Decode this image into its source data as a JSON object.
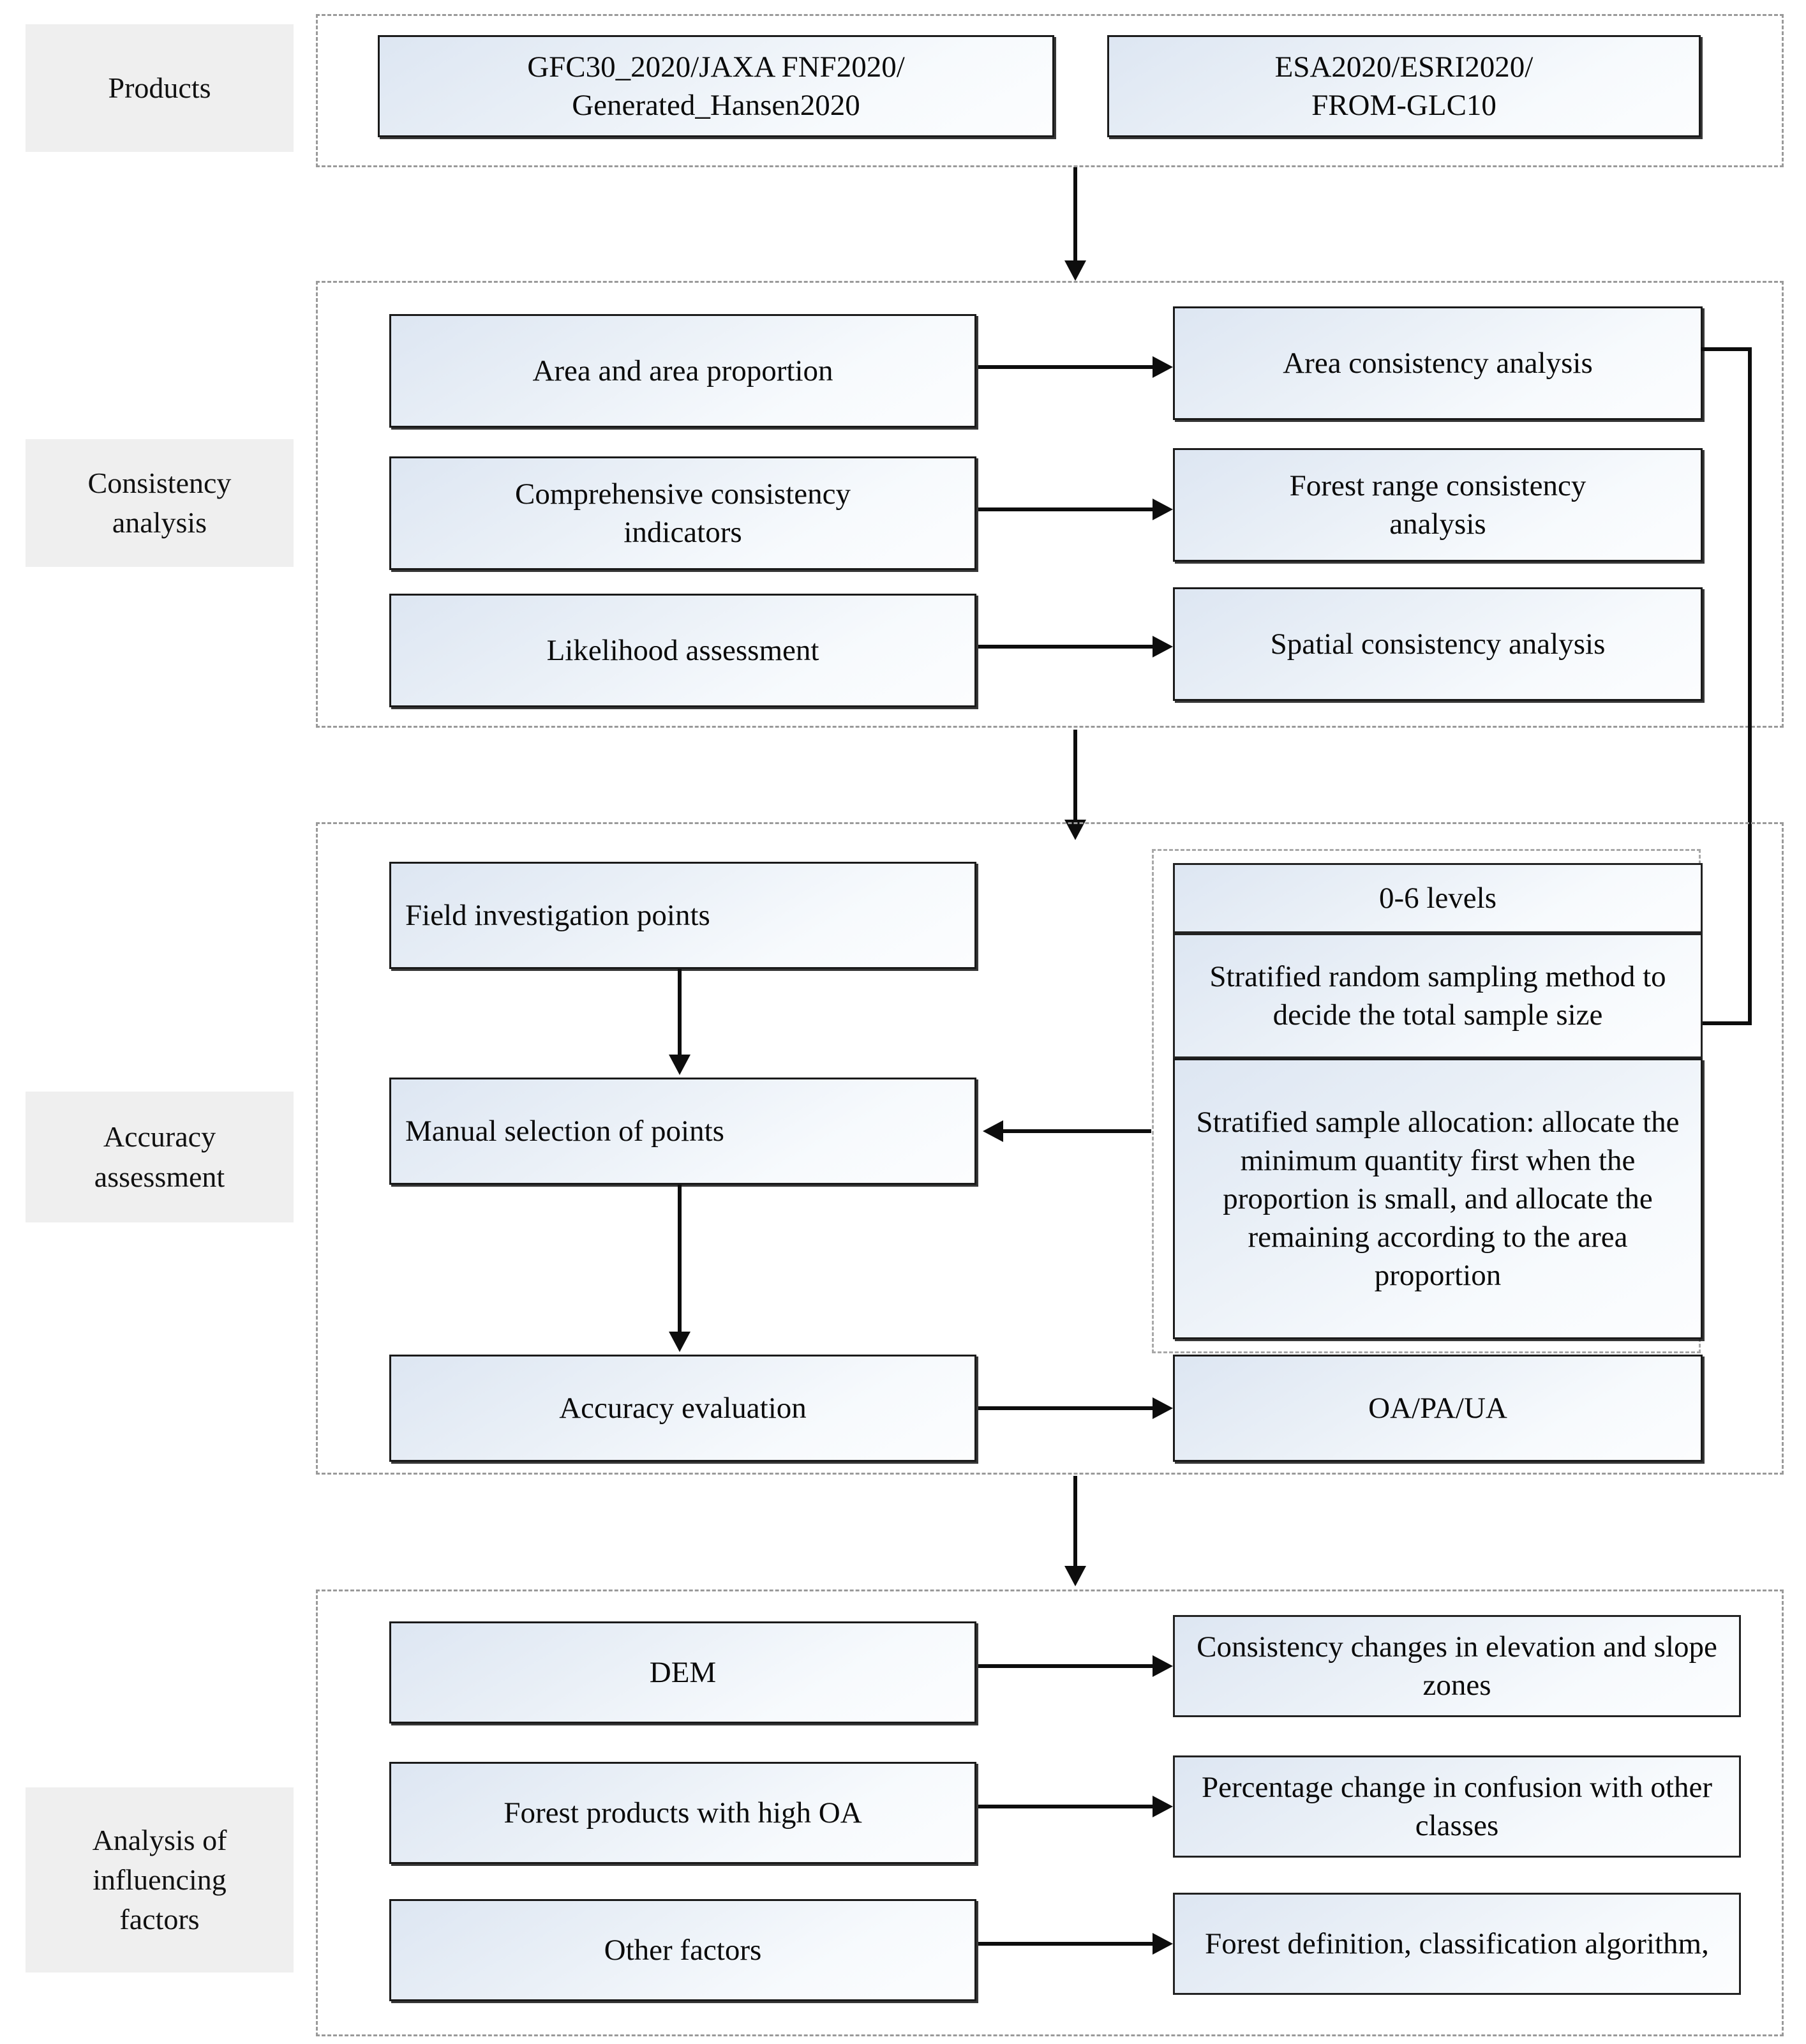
{
  "diagram": {
    "title": "Forest product consistency and accuracy assessment workflow",
    "accent_border": "#1a1a1a",
    "node_fill_from": "#dde6f2",
    "node_fill_to": "#fcfdfe",
    "stage_label_bg": "#efefef",
    "dashed_color": "#9a9a9a"
  },
  "stages": [
    {
      "id": "products",
      "label": "Products"
    },
    {
      "id": "consistency",
      "label": "Consistency\nanalysis"
    },
    {
      "id": "accuracy",
      "label": "Accuracy\nassessment"
    },
    {
      "id": "influencing",
      "label": "Analysis of\ninfluencing\nfactors"
    }
  ],
  "stage_labels": {
    "products": "Products",
    "consistency_line1": "Consistency",
    "consistency_line2": "analysis",
    "accuracy_line1": "Accuracy",
    "accuracy_line2": "assessment",
    "influencing_line1": "Analysis of",
    "influencing_line2": "influencing",
    "influencing_line3": "factors"
  },
  "products": {
    "box1_line1": "GFC30_2020/JAXA FNF2020/",
    "box1_line2": "Generated_Hansen2020",
    "box2_line1": "ESA2020/ESRI2020/",
    "box2_line2": "FROM-GLC10"
  },
  "consistency": {
    "inputs": [
      "Area and area proportion",
      "Comprehensive consistency indicators",
      "Likelihood assessment"
    ],
    "outputs": [
      "Area consistency analysis",
      "Forest range consistency analysis",
      "Spatial consistency analysis"
    ],
    "input_1": "Area and area proportion",
    "input_2_line1": "Comprehensive consistency",
    "input_2_line2": "indicators",
    "input_3": "Likelihood assessment",
    "output_1": "Area consistency analysis",
    "output_2_line1": "Forest range consistency",
    "output_2_line2": "analysis",
    "output_3": "Spatial consistency analysis"
  },
  "accuracy": {
    "left_1": "Field investigation points",
    "left_2": "Manual selection of points",
    "left_3": "Accuracy evaluation",
    "right_1": "0-6 levels",
    "right_2": "Stratified random sampling method to decide the total sample size",
    "right_3": "Stratified sample allocation: allocate the minimum quantity first when the proportion is small, and allocate the remaining according to the area proportion",
    "right_4": "OA/PA/UA"
  },
  "influencing": {
    "left": [
      "DEM",
      "Forest products with high OA",
      "Other factors"
    ],
    "right": [
      "Consistency changes in elevation and slope zones",
      "Percentage change in confusion with other classes",
      "Forest definition, classification algorithm,"
    ],
    "left_1": "DEM",
    "left_2": "Forest products with high OA",
    "left_3": "Other factors",
    "right_1": "Consistency changes in elevation and slope zones",
    "right_2": "Percentage change in confusion with other classes",
    "right_3": "Forest definition, classification algorithm,"
  }
}
